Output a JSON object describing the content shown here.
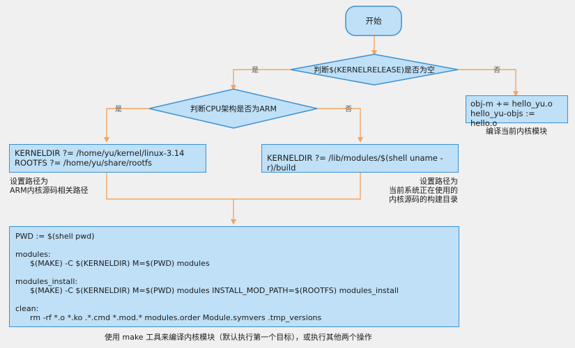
{
  "start": {
    "label": "开始"
  },
  "decision1": {
    "label": "判断$(KERNELRELEASE)是否为空",
    "yes": "是",
    "no": "否"
  },
  "decision2": {
    "label": "判断CPU架构是否为ARM",
    "yes": "是",
    "no": "否"
  },
  "obj_box": {
    "line1": "obj-m += hello_yu.o",
    "line2": "hello_yu-objs := hello.o",
    "caption": "编译当前内核模块"
  },
  "arm_box": {
    "line1": "KERNELDIR ?= /home/yu/kernel/linux-3.14",
    "line2": "ROOTFS ?= /home/yu/share/rootfs",
    "caption1": "设置路径为",
    "caption2": "ARM内核源码相关路径"
  },
  "host_box": {
    "line1": "KERNELDIR ?= /lib/modules/$(shell uname -r)/build",
    "caption1": "设置路径为",
    "caption2": "当前系统正在使用的",
    "caption3": "内核源码的构建目录"
  },
  "make_box": {
    "l1": "PWD := $(shell pwd)",
    "l2": "modules:",
    "l3": "$(MAKE) -C $(KERNELDIR) M=$(PWD) modules",
    "l4": "modules_install:",
    "l5": "$(MAKE) -C $(KERNELDIR) M=$(PWD) modules INSTALL_MOD_PATH=$(ROOTFS) modules_install",
    "l6": "clean:",
    "l7": "rm -rf *.o *.ko .*.cmd *.mod.* modules.order Module.symvers .tmp_versions",
    "caption": "使用 make 工具来编译内核模块（默认执行第一个目标），或执行其他两个操作"
  },
  "colors": {
    "fill": "#bfe0f7",
    "stroke": "#3b8fd3",
    "connector": "#f4a460"
  }
}
